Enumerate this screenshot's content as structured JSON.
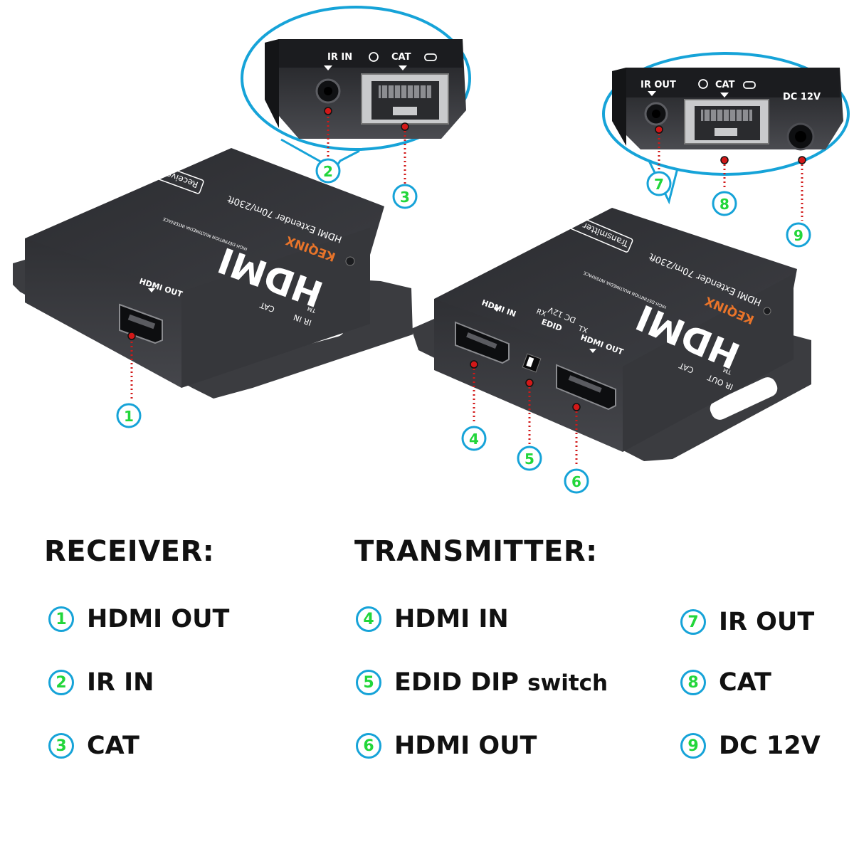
{
  "diagram": {
    "colors": {
      "callout_ring": "#16a3d8",
      "callout_number": "#22d63a",
      "leader_dot": "#d21818",
      "device_body": "#3a3b3f",
      "device_top": "#2c2d31",
      "brand_orange": "#e8742a"
    },
    "receiver_device": {
      "brand": "KEQINX",
      "logo": "HDMI",
      "logo_tm": "TM",
      "logo_tagline": "HIGH-DEFINITION MULTIMEDIA INTERFACE",
      "model_text": "HDMI Extender 70m/230ft",
      "role_badge": "Receiver",
      "top_labels": [
        "IR IN",
        "CAT"
      ],
      "port_label": "HDMI OUT"
    },
    "transmitter_device": {
      "brand": "KEQINX",
      "logo": "HDMI",
      "logo_tm": "TM",
      "logo_tagline": "HIGH-DEFINITION MULTIMEDIA INTERFACE",
      "model_text": "HDMI Extender 70m/230ft",
      "role_badge": "Transmitter",
      "top_labels": [
        "IR OUT",
        "CAT",
        "DC 12V"
      ],
      "port_labels": {
        "hdmi_in": "HDMI IN",
        "edid": "EDID",
        "rx": "RX",
        "tx": "TX",
        "hdmi_out": "HDMI OUT"
      }
    },
    "receiver_zoom": {
      "ir_label": "IR IN",
      "cat_label": "CAT"
    },
    "transmitter_zoom": {
      "ir_label": "IR OUT",
      "cat_label": "CAT",
      "dc_label": "DC 12V"
    },
    "callout_numbers": [
      "1",
      "2",
      "3",
      "4",
      "5",
      "6",
      "7",
      "8",
      "9"
    ]
  },
  "legend": {
    "receiver_heading": "RECEIVER:",
    "transmitter_heading": "TRANSMITTER:",
    "receiver_items": [
      {
        "num": "1",
        "label": "HDMI OUT"
      },
      {
        "num": "2",
        "label": "IR IN"
      },
      {
        "num": "3",
        "label": "CAT"
      }
    ],
    "transmitter_items": [
      {
        "num": "4",
        "label": "HDMI IN"
      },
      {
        "num": "5",
        "label": "EDID DIP",
        "label_suffix": "switch"
      },
      {
        "num": "6",
        "label": "HDMI OUT"
      }
    ],
    "transmitter_power_items": [
      {
        "num": "7",
        "label": "IR OUT"
      },
      {
        "num": "8",
        "label": "CAT"
      },
      {
        "num": "9",
        "label": "DC 12V"
      }
    ]
  }
}
